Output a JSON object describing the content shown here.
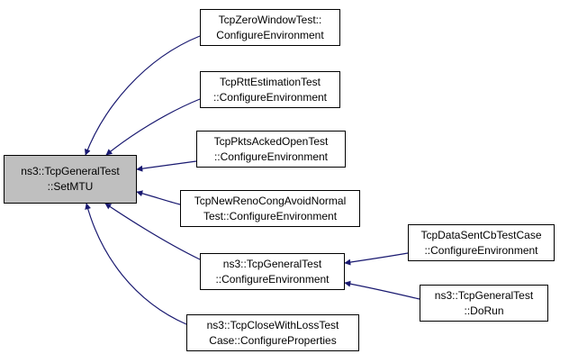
{
  "colors": {
    "edge": "#191970",
    "root_fill": "#bfbfbf",
    "node_fill": "#ffffff",
    "node_border": "#000000"
  },
  "nodes": {
    "root": {
      "line1": "ns3::TcpGeneralTest",
      "line2": "::SetMTU"
    },
    "zero_window": {
      "line1": "TcpZeroWindowTest::",
      "line2": "ConfigureEnvironment"
    },
    "rtt_estimation": {
      "line1": "TcpRttEstimationTest",
      "line2": "::ConfigureEnvironment"
    },
    "pkts_acked_open": {
      "line1": "TcpPktsAckedOpenTest",
      "line2": "::ConfigureEnvironment"
    },
    "newreno_cong_avoid": {
      "line1": "TcpNewRenoCongAvoidNormal",
      "line2": "Test::ConfigureEnvironment"
    },
    "general_configure_env": {
      "line1": "ns3::TcpGeneralTest",
      "line2": "::ConfigureEnvironment"
    },
    "close_with_loss": {
      "line1": "ns3::TcpCloseWithLossTest",
      "line2": "Case::ConfigureProperties"
    },
    "data_sent_cb": {
      "line1": "TcpDataSentCbTestCase",
      "line2": "::ConfigureEnvironment"
    },
    "general_do_run": {
      "line1": "ns3::TcpGeneralTest",
      "line2": "::DoRun"
    }
  },
  "edges": [
    {
      "from": "zero_window",
      "to": "root"
    },
    {
      "from": "rtt_estimation",
      "to": "root"
    },
    {
      "from": "pkts_acked_open",
      "to": "root"
    },
    {
      "from": "newreno_cong_avoid",
      "to": "root"
    },
    {
      "from": "general_configure_env",
      "to": "root"
    },
    {
      "from": "close_with_loss",
      "to": "root"
    },
    {
      "from": "data_sent_cb",
      "to": "general_configure_env"
    },
    {
      "from": "general_do_run",
      "to": "general_configure_env"
    }
  ]
}
